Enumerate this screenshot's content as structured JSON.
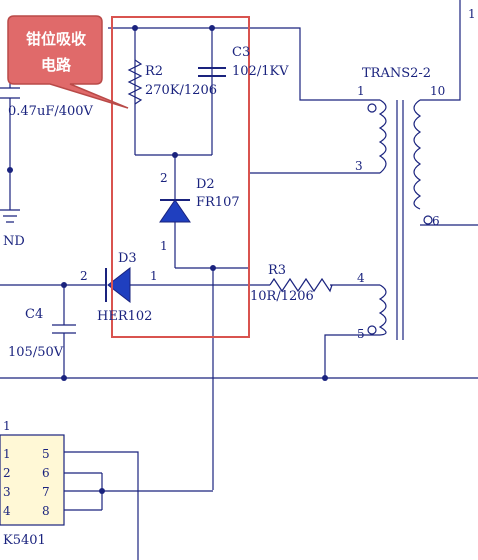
{
  "callout": {
    "line1": "钳位吸收",
    "line2": "电路"
  },
  "components": {
    "r2": {
      "ref": "R2",
      "value": "270K/1206"
    },
    "c3": {
      "ref": "C3",
      "value": "102/1KV"
    },
    "d2": {
      "ref": "D2",
      "value": "FR107",
      "pin_a": "2",
      "pin_k": "1"
    },
    "d3": {
      "ref": "D3",
      "value": "HER102",
      "pin_a": "2",
      "pin_k": "1"
    },
    "r3": {
      "ref": "R3",
      "value": "10R/1206"
    },
    "c4": {
      "ref": "C4",
      "value": "105/50V"
    },
    "c_left": {
      "value": "0.47uF/400V"
    },
    "gnd": {
      "label": "ND"
    },
    "transformer": {
      "ref": "TRANS2-2",
      "pins": {
        "p1": "1",
        "p3": "3",
        "p4": "4",
        "p5": "5",
        "p6": "6",
        "p10": "10"
      }
    },
    "ic": {
      "ref": "K5401",
      "pins_left": [
        "1",
        "2",
        "3",
        "4"
      ],
      "pins_right": [
        "5",
        "6",
        "7",
        "8"
      ]
    },
    "top_right_pin": "1"
  },
  "colors": {
    "wire": "#1a237e",
    "highlight_box": "#d9534f",
    "callout_fill": "#e06a6a",
    "ic_fill": "#fff8d6",
    "part_fill": "#1f3fbf"
  }
}
